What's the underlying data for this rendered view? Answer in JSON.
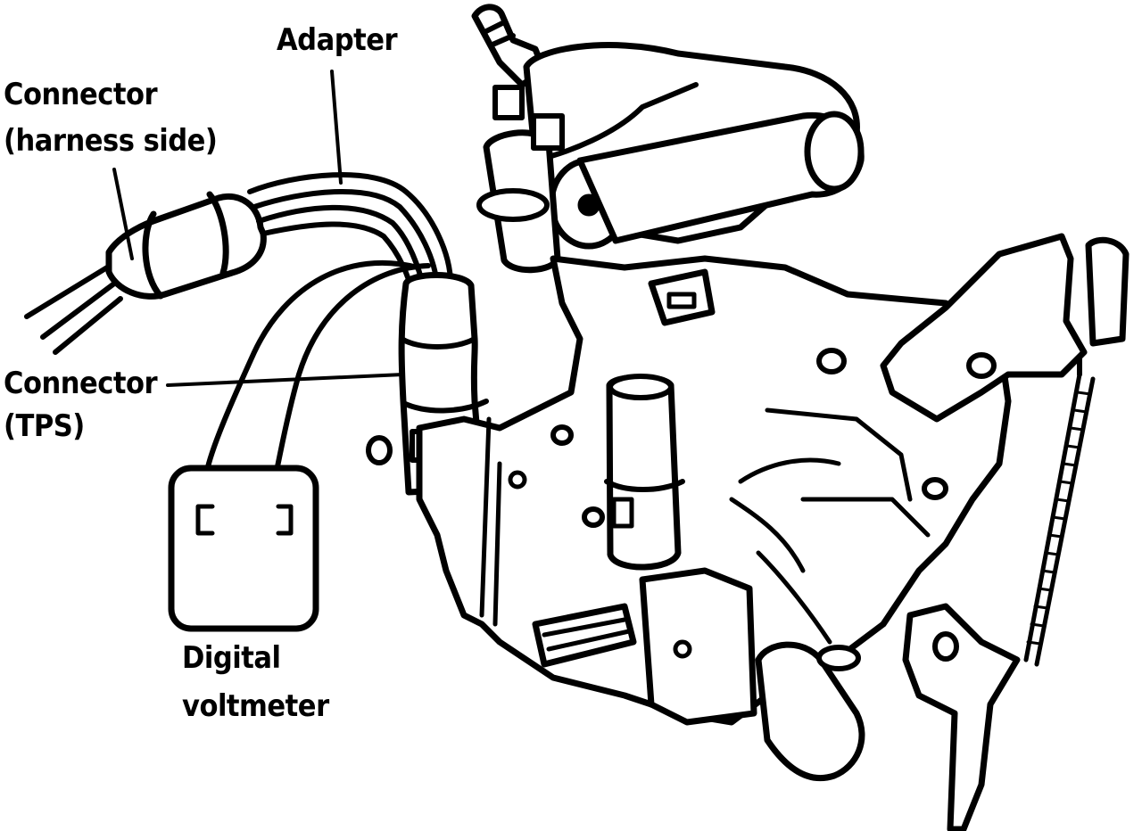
{
  "labels": {
    "adapter": "Adapter",
    "connector_harness_line1": "Connector",
    "connector_harness_line2": "(harness side)",
    "connector_tps_line1": "Connector",
    "connector_tps_line2": "(TPS)",
    "voltmeter_line1": "Digital",
    "voltmeter_line2": "voltmeter"
  },
  "colors": {
    "ink": "#000000",
    "paper": "#ffffff"
  }
}
